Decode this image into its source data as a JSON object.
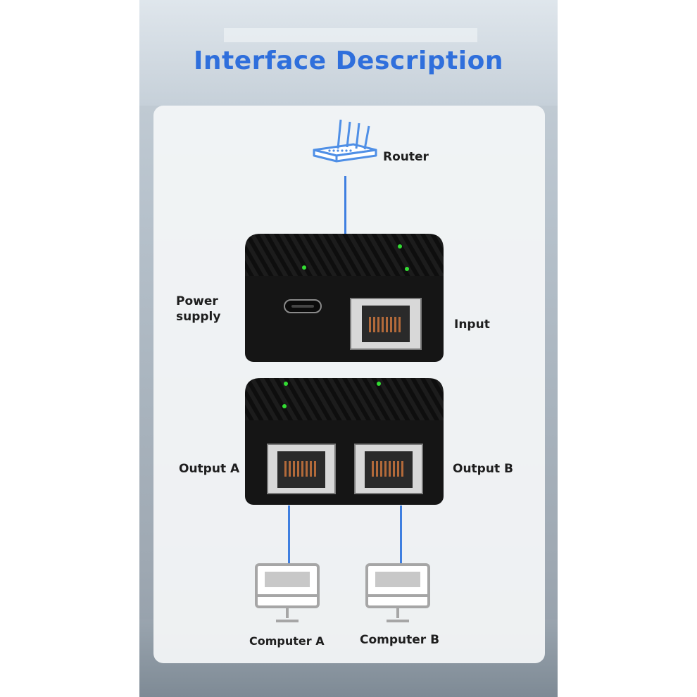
{
  "title": "Interface Description",
  "labels": {
    "router": "Router",
    "power_supply": "Power\nsupply",
    "input": "Input",
    "output_a": "Output A",
    "output_b": "Output B",
    "computer_a": "Computer A",
    "computer_b": "Computer B"
  },
  "icons": [
    "router-icon",
    "usb-c-port-icon",
    "ethernet-port-icon",
    "computer-icon"
  ],
  "colors": {
    "title": "#2f6fdc",
    "cable": "#3f7fe0",
    "device": "#161616",
    "led": "#33dd33",
    "card": "#f3f5f7",
    "icon_stroke": "#4f8fe6"
  }
}
